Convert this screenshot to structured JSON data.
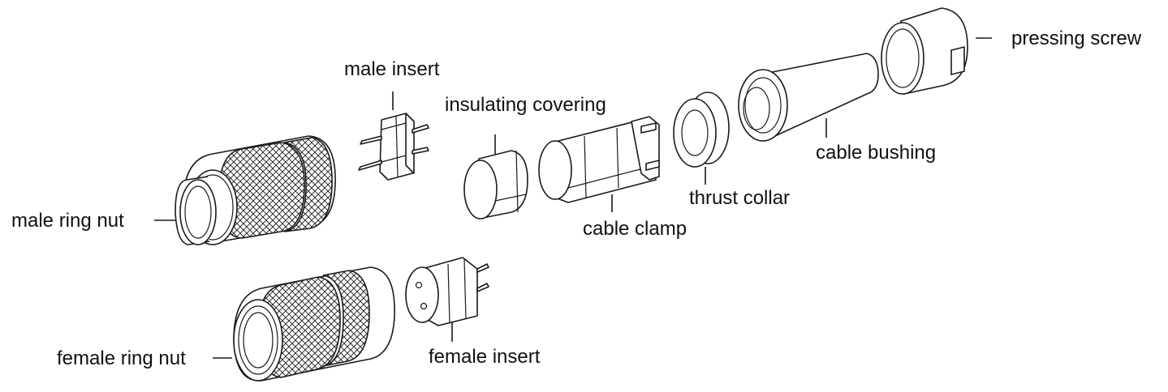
{
  "labels": {
    "male_ring_nut": "male ring nut",
    "male_insert": "male insert",
    "insulating_covering": "insulating covering",
    "cable_clamp": "cable clamp",
    "thrust_collar": "thrust collar",
    "cable_bushing": "cable bushing",
    "pressing_screw": "pressing screw",
    "female_ring_nut": "female ring nut",
    "female_insert": "female insert"
  },
  "colors": {
    "line": "#1a1a1a",
    "background": "#ffffff"
  }
}
